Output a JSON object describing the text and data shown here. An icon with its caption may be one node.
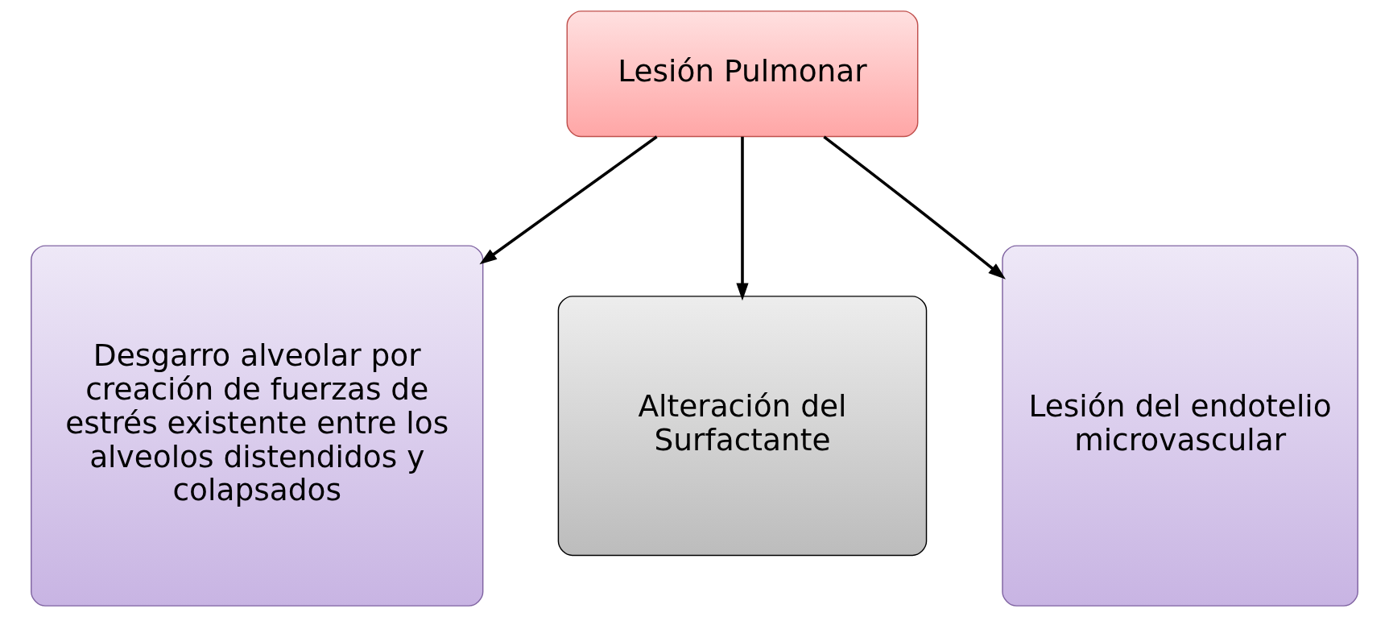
{
  "diagram": {
    "nodes": [
      {
        "text": [
          "Lesión Pulmonar"
        ]
      },
      {
        "text": [
          "Desgarro alveolar por creación de fuerzas de estrés existente entre los alveolos distendidos y colapsados"
        ]
      },
      {
        "text": [
          "Alteración del Surfactante"
        ]
      },
      {
        "text": [
          "Lesión del endotelio microvascular"
        ]
      }
    ],
    "edges": [
      {
        "from": 0,
        "to": 1,
        "arrow": "to"
      },
      {
        "from": 0,
        "to": 2,
        "arrow": "to"
      },
      {
        "from": 0,
        "to": 3,
        "arrow": "to"
      }
    ]
  }
}
